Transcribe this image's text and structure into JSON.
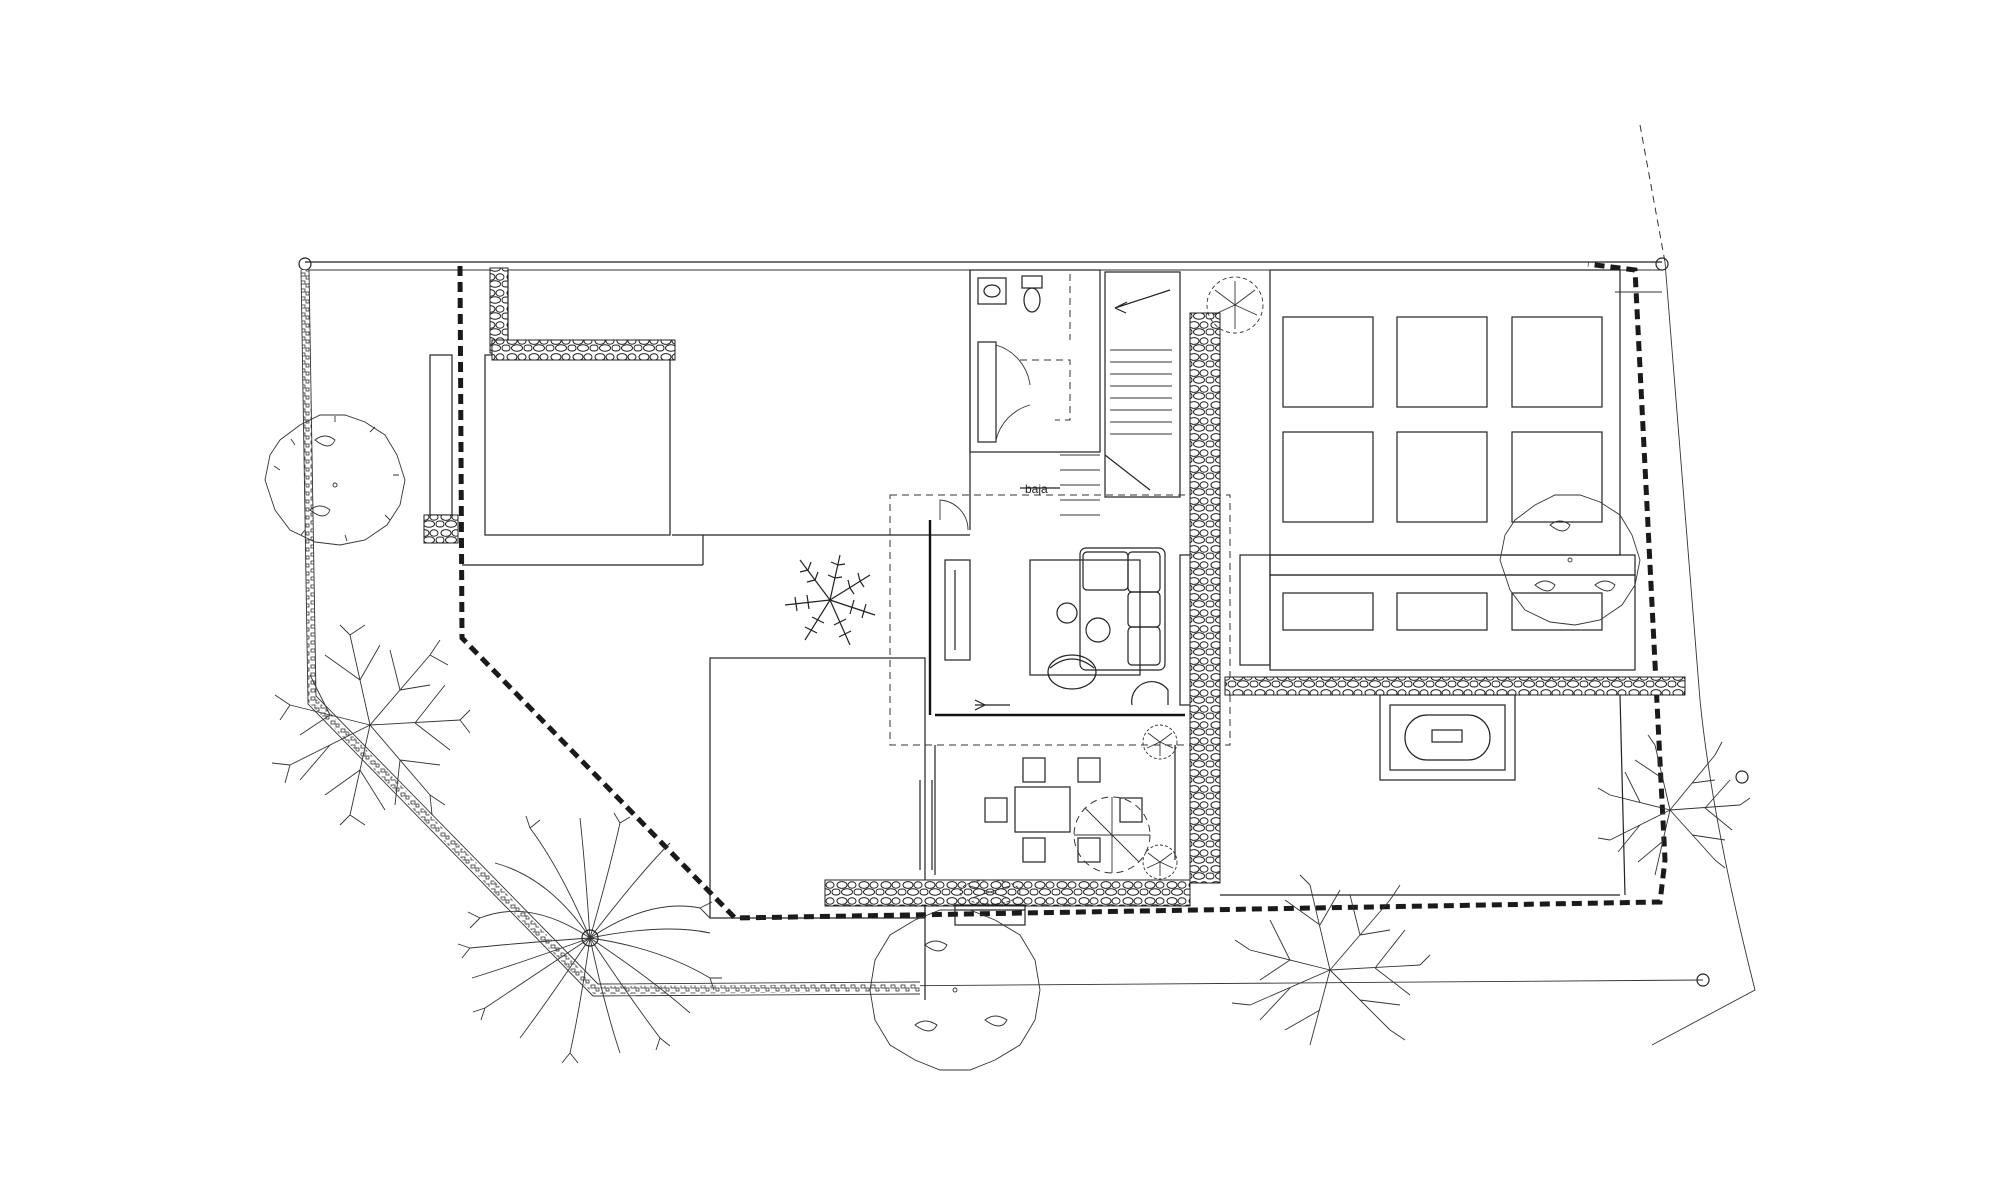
{
  "drawing": {
    "type": "site floor plan",
    "line_color": "#222222",
    "background": "#ffffff"
  },
  "annotations": {
    "stair_label": "baja"
  },
  "elements": {
    "trees": [
      "deciduous-tree",
      "round-canopy-tree",
      "palm",
      "shrub"
    ],
    "furniture": [
      "sofa",
      "armchair",
      "coffee-table",
      "dining-table",
      "dining-chairs",
      "umbrella"
    ],
    "site": [
      "property-boundary",
      "lot-line",
      "stone-wall",
      "garden-plots",
      "fountain",
      "stair"
    ]
  }
}
